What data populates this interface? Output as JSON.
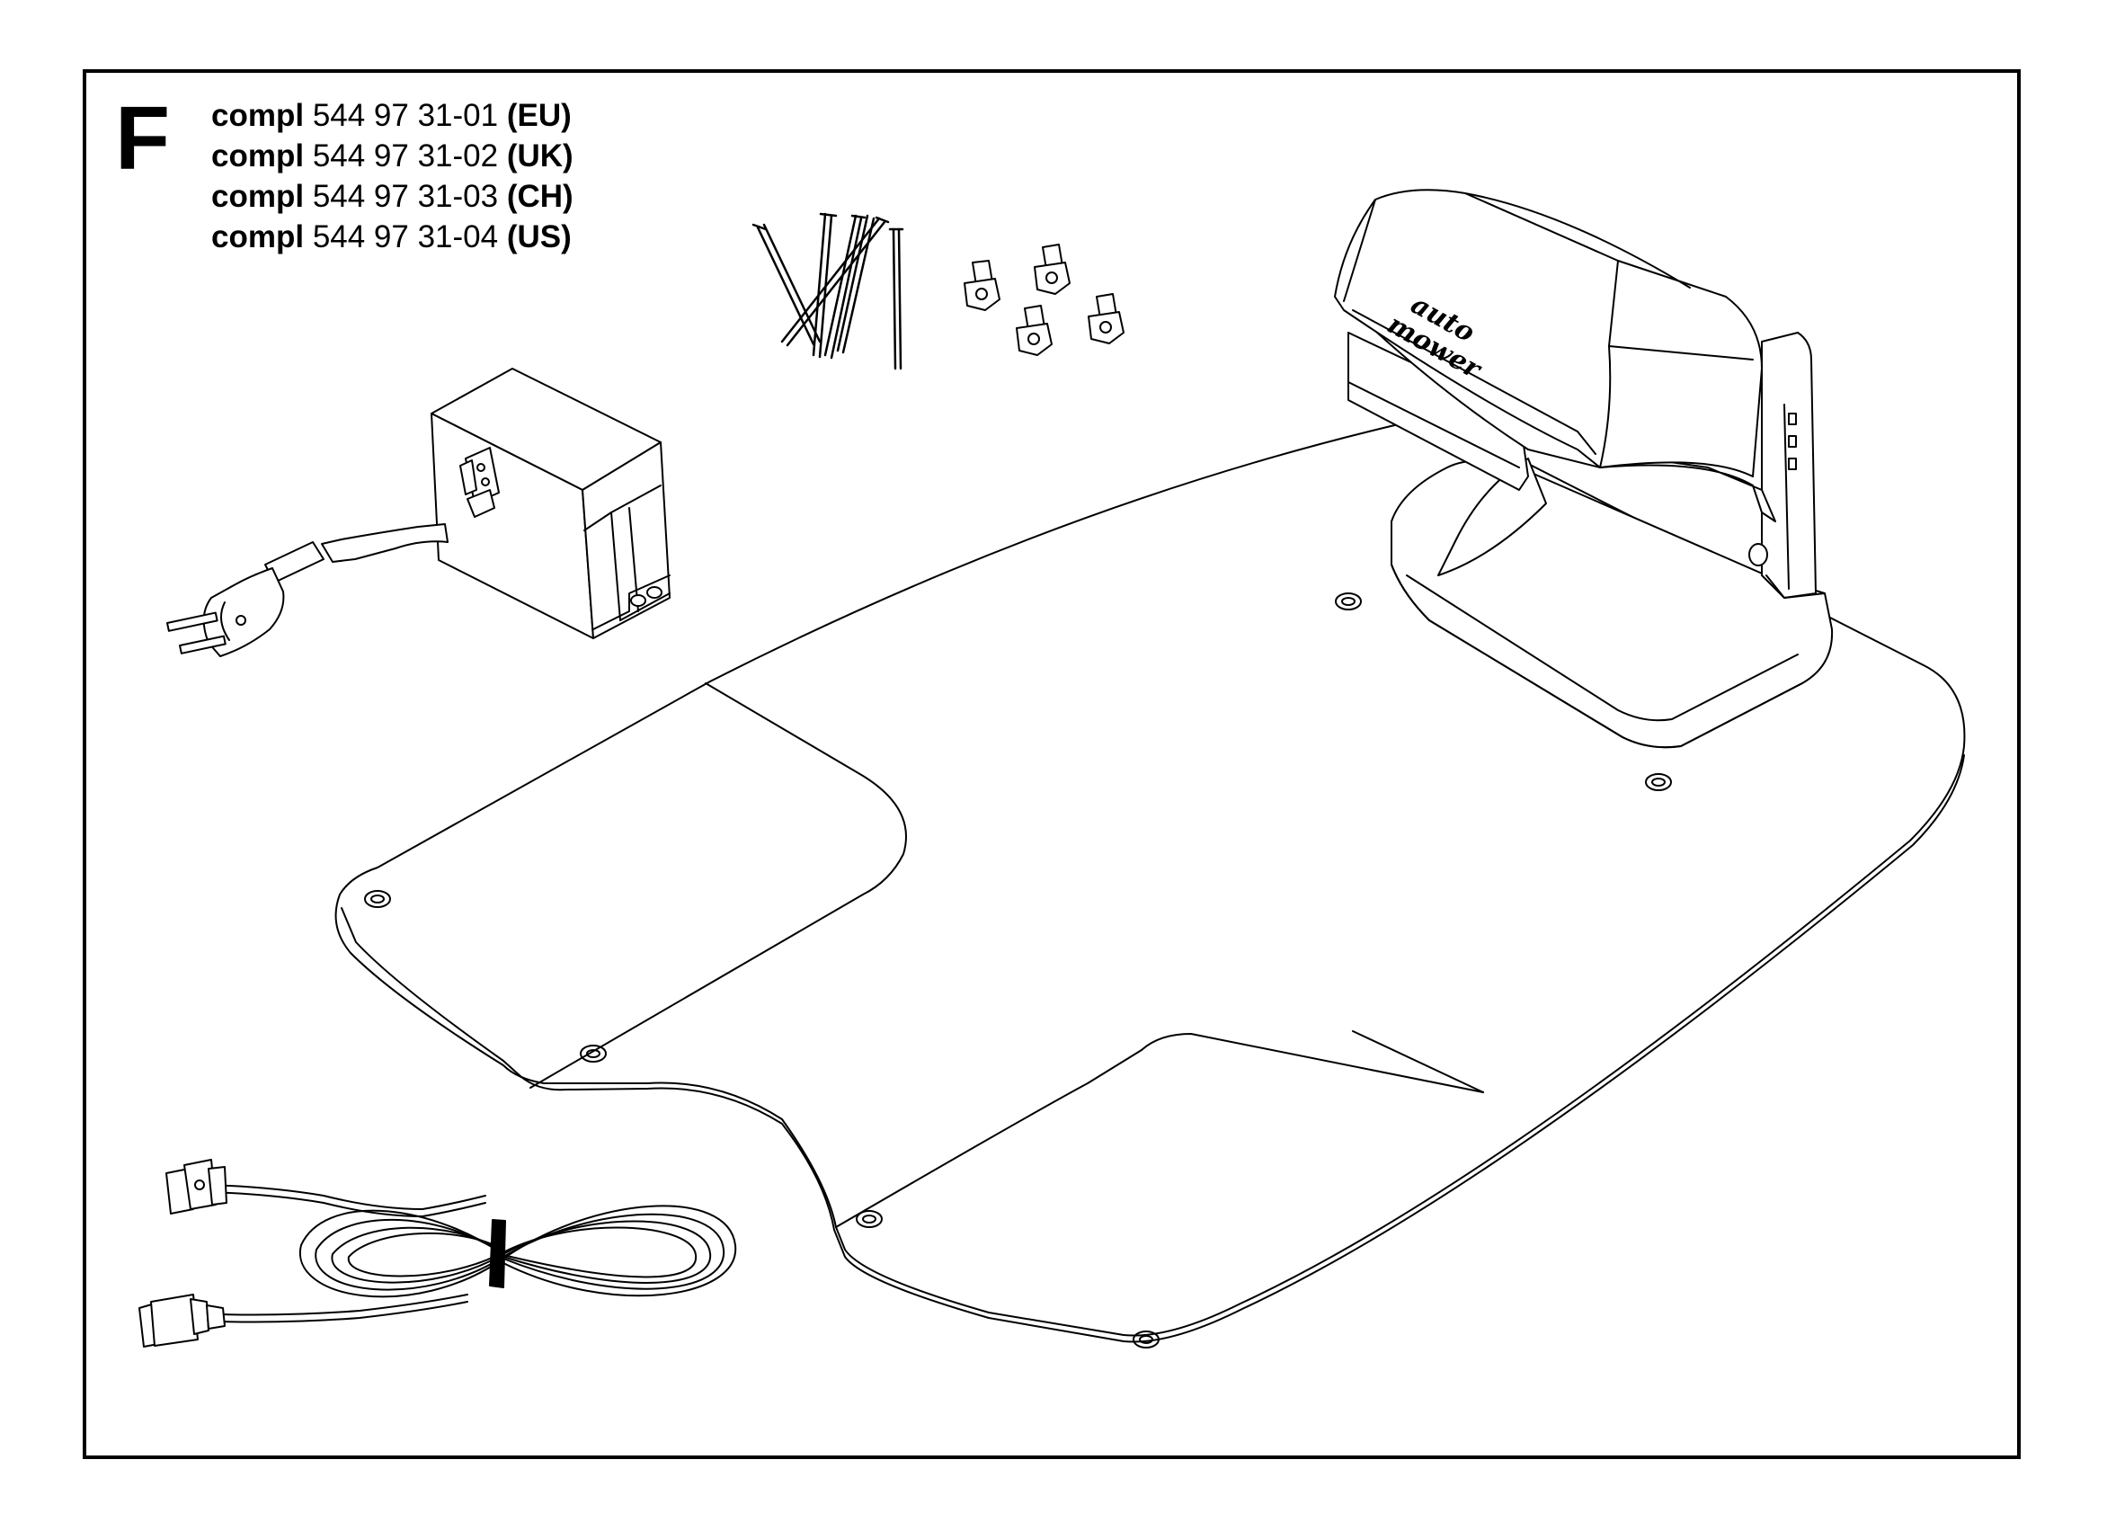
{
  "section": {
    "letter": "F"
  },
  "kits": [
    {
      "word": "compl",
      "number": "544 97 31-01",
      "region": "(EU)"
    },
    {
      "word": "compl",
      "number": "544 97 31-02",
      "region": "(UK)"
    },
    {
      "word": "compl",
      "number": "544 97 31-03",
      "region": "(CH)"
    },
    {
      "word": "compl",
      "number": "544 97 31-04",
      "region": "(US)"
    }
  ],
  "station": {
    "logo_line1": "auto",
    "logo_line2": "mower"
  },
  "icons": [
    "charging-station-drawing",
    "charging-plate-drawing",
    "power-supply-drawing",
    "mains-plug-drawing",
    "low-voltage-cable-drawing",
    "pegs-drawing",
    "connectors-drawing"
  ],
  "colors": {
    "ink": "#000000",
    "paper": "#ffffff"
  }
}
